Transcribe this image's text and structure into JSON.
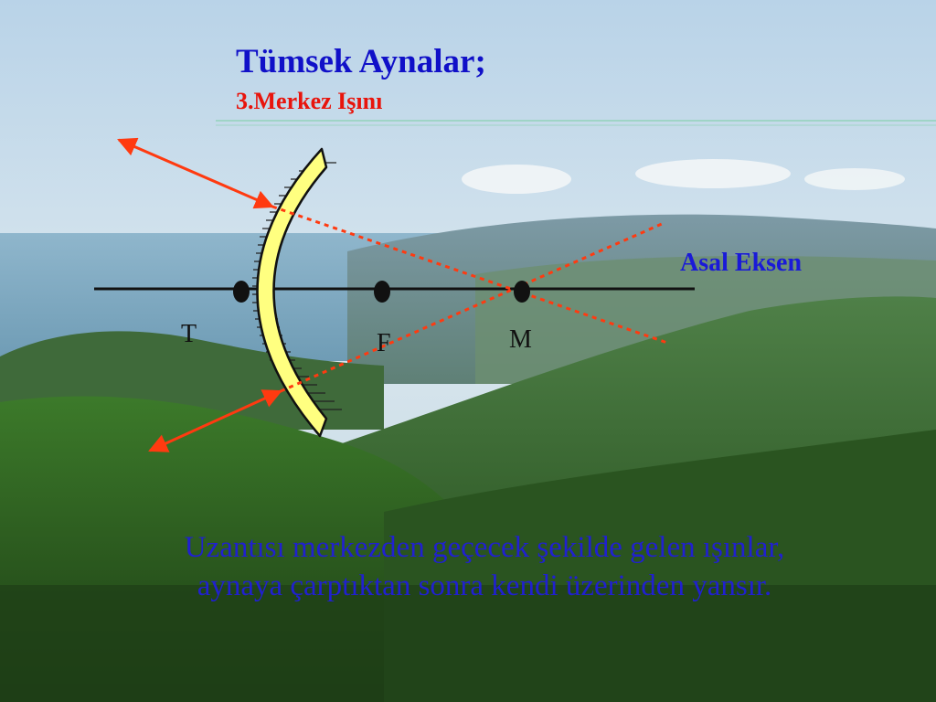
{
  "slide": {
    "title": "Tümsek Aynalar;",
    "subtitle": "3.Merkez Işını",
    "axis_name": "Asal Eksen",
    "point_labels": {
      "vertex": "T",
      "focus": "F",
      "center": "M"
    },
    "caption_line1": "Uzantısı merkezden geçecek şekilde gelen ışınlar,",
    "caption_line2": "aynaya çarptıktan sonra kendi üzerinden yansır."
  },
  "colors": {
    "title": "#1010c8",
    "subtitle": "#e8140c",
    "ray": "#ff3a10",
    "mirror_fill": "#ffff80",
    "axis_label": "#1a1ad8",
    "caption": "#2020d0"
  }
}
